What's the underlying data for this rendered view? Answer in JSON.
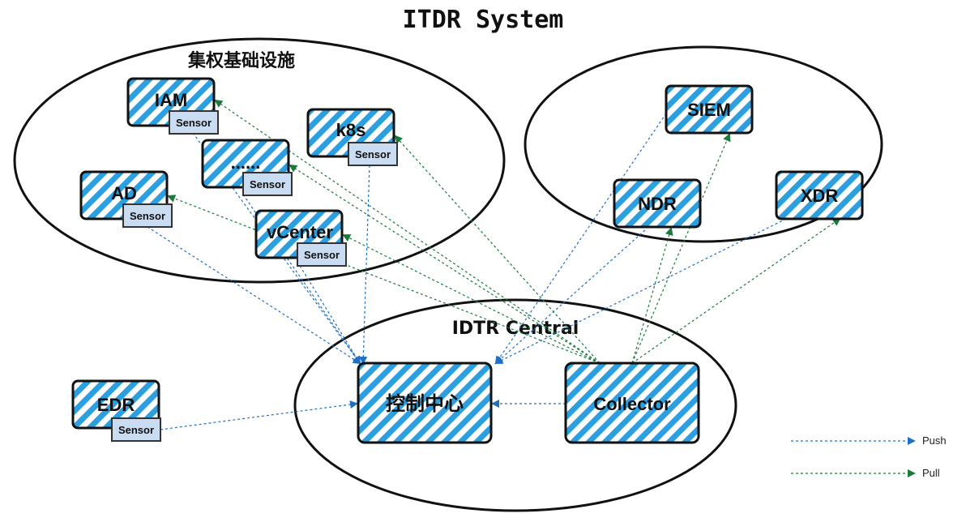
{
  "title": "ITDR System",
  "colors": {
    "hatch": "#2b9fe0",
    "push": "#1f6fc4",
    "pull": "#1a7a3a",
    "sensor_fill": "#c9dcf2"
  },
  "regions": {
    "infrastructure": "集权基础设施",
    "central": "IDTR Central"
  },
  "nodes": {
    "iam": "IAM",
    "k8s": "k8s",
    "ellipsis": "......",
    "ad": "AD",
    "vcenter": "vCenter",
    "siem": "SIEM",
    "ndr": "NDR",
    "xdr": "XDR",
    "control": "控制中心",
    "collector": "Collector",
    "edr": "EDR"
  },
  "sensor_label": "Sensor",
  "legend": {
    "push": "Push",
    "pull": "Pull"
  },
  "edges": [
    {
      "from": "iam-sensor",
      "to": "control",
      "type": "push"
    },
    {
      "from": "ad-sensor",
      "to": "control",
      "type": "push"
    },
    {
      "from": "ellipsis-sensor",
      "to": "control",
      "type": "push"
    },
    {
      "from": "k8s-sensor",
      "to": "control",
      "type": "push"
    },
    {
      "from": "vcenter-sensor",
      "to": "control",
      "type": "push"
    },
    {
      "from": "siem",
      "to": "control",
      "type": "push"
    },
    {
      "from": "ndr",
      "to": "control",
      "type": "push"
    },
    {
      "from": "xdr",
      "to": "control",
      "type": "push"
    },
    {
      "from": "edr-sensor",
      "to": "control",
      "type": "push"
    },
    {
      "from": "collector",
      "to": "control",
      "type": "push"
    },
    {
      "from": "collector",
      "to": "iam-sensor",
      "type": "pull"
    },
    {
      "from": "collector",
      "to": "k8s-sensor",
      "type": "pull"
    },
    {
      "from": "collector",
      "to": "ellipsis-sensor",
      "type": "pull"
    },
    {
      "from": "collector",
      "to": "ad-sensor",
      "type": "pull"
    },
    {
      "from": "collector",
      "to": "vcenter-sensor",
      "type": "pull"
    },
    {
      "from": "collector",
      "to": "siem",
      "type": "pull"
    },
    {
      "from": "collector",
      "to": "ndr",
      "type": "pull"
    },
    {
      "from": "collector",
      "to": "xdr",
      "type": "pull"
    }
  ]
}
